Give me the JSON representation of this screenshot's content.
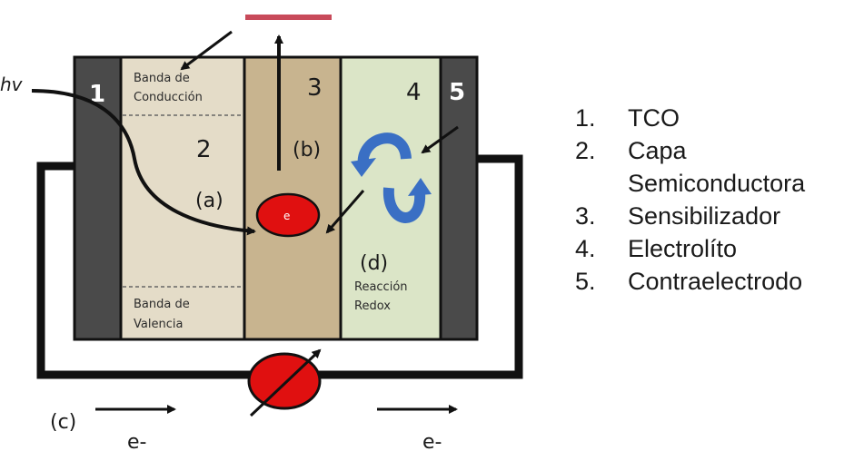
{
  "regions": {
    "band_conduction": [
      "Banda de",
      "Conducción"
    ],
    "band_valence": [
      "Banda de",
      "Valencia"
    ],
    "redox": [
      "Reacción",
      "Redox"
    ]
  },
  "layer_numbers": [
    "1",
    "2",
    "3",
    "4",
    "5"
  ],
  "labels": {
    "hv": "hv",
    "a": "(a)",
    "b": "(b)",
    "c": "(c)",
    "d": "(d)",
    "electron": "e-",
    "electron_symbol": "e",
    "electron_left": "e-",
    "electron_right": "e-"
  },
  "legend": [
    {
      "num": "1.",
      "text": [
        "TCO"
      ]
    },
    {
      "num": "2.",
      "text": [
        "Capa",
        "Semiconductora"
      ]
    },
    {
      "num": "3.",
      "text": [
        "Sensibilizador"
      ]
    },
    {
      "num": "4.",
      "text": [
        "Electrolíto"
      ]
    },
    {
      "num": "5.",
      "text": [
        "Contraelectrodo"
      ]
    }
  ],
  "colors": {
    "electrode_dark": "#4a4a4a",
    "semiconductor": "#e4dcc8",
    "sensitizer": "#c8b48f",
    "electrolyte": "#dbe5c7",
    "electron_red": "#e01010",
    "arrow_blue": "#3a6fc4",
    "level_line": "#c84a5a"
  }
}
